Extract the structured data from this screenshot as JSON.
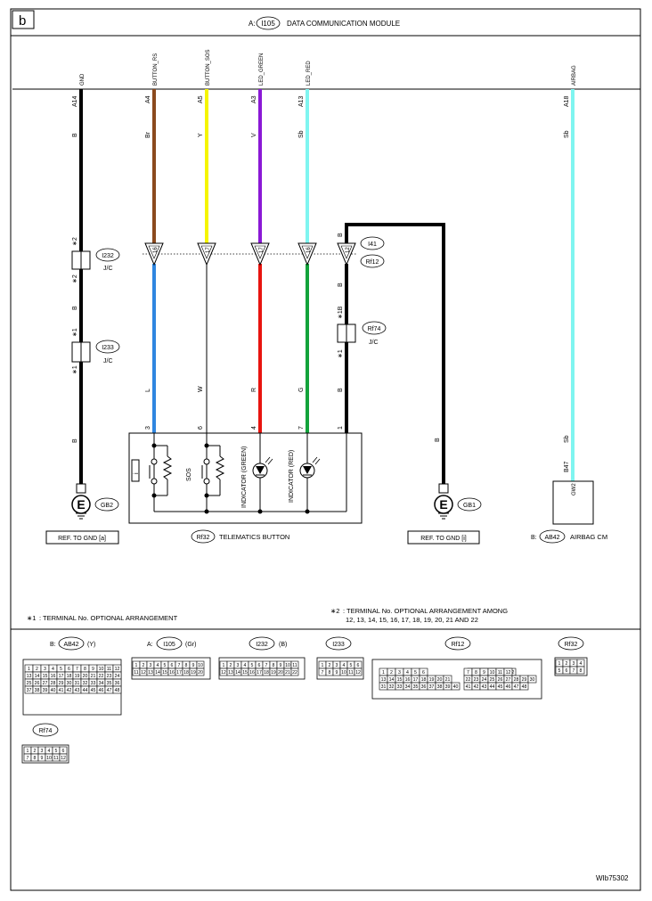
{
  "header": {
    "section_letter": "b",
    "module_prefix": "A:",
    "module_code": "I105",
    "module_name": "DATA COMMUNICATION MODULE"
  },
  "signals": {
    "gnd": {
      "name": "GND",
      "pin": "A14",
      "color": "B"
    },
    "button_rs": {
      "name": "BUTTON_RS",
      "pin": "A4",
      "color": "Br",
      "lower_color": "L",
      "pin_num": "3"
    },
    "button_sos": {
      "name": "BUTTON_SOS",
      "pin": "A5",
      "color": "Y",
      "lower_color": "W",
      "pin_num": "6"
    },
    "led_green": {
      "name": "LED_GREEN",
      "pin": "A3",
      "color": "V",
      "lower_color": "R",
      "pin_num": "4"
    },
    "led_red": {
      "name": "LED_RED",
      "pin": "A13",
      "color": "Sb",
      "lower_color": "G",
      "pin_num": "7"
    },
    "airbag": {
      "name": "AIRBAG",
      "pin": "A18",
      "color": "Sb",
      "lower_color": "Sb",
      "lower_pin": "B47"
    }
  },
  "wire_colors": {
    "black": "#000000",
    "brown": "#8b4a1e",
    "yellow": "#f5f500",
    "violet": "#8a19d6",
    "skyblue": "#7ff5f0",
    "blue": "#2f86e0",
    "red": "#e8140f",
    "green": "#13a33b"
  },
  "connectors": {
    "i41_pins": [
      "16",
      "17",
      "17",
      "16",
      "12"
    ],
    "i41": "I41",
    "rf12": "Rf12",
    "i232": "I232",
    "i233": "I233",
    "jc": "J/C",
    "rf74": "Rf74",
    "rf74_jc": "J/C",
    "rf74_upper": "∗1B",
    "rf74_lower": "∗1",
    "rf74_color_top": "B",
    "rf74_color_bottom": "B",
    "left_markers": {
      "m1": "∗2",
      "m2": "∗2",
      "c1": "B",
      "m3": "∗1",
      "m4": "∗1",
      "c2": "B"
    },
    "gnd_right_color": "B",
    "i41_wire_color": "B",
    "pin1": "1"
  },
  "grounds": {
    "left": {
      "symbol": "E",
      "code": "GB2",
      "ref": "REF. TO GND [a]"
    },
    "right": {
      "symbol": "E",
      "code": "GB1",
      "ref": "REF. TO GND [i]"
    }
  },
  "telematics": {
    "code": "Rf32",
    "name": "TELEMATICS BUTTON",
    "switch_label_1": "i",
    "switch_label_2": "SOS",
    "indicator_green": "INDICATOR (GREEN)",
    "indicator_red": "INDICATOR (RED)"
  },
  "airbag_cm": {
    "prefix": "B:",
    "code": "AB42",
    "name": "AIRBAG CM",
    "box_label": "GW2"
  },
  "notes": {
    "note1_mark": "∗1",
    "note1": ": TERMINAL No. OPTIONAL ARRANGEMENT",
    "note2_mark": "∗2",
    "note2_line1": ": TERMINAL No. OPTIONAL ARRANGEMENT AMONG",
    "note2_line2": "12, 13, 14, 15, 16, 17, 18, 19, 20, 21 AND 22"
  },
  "connector_views": {
    "ab42": {
      "prefix": "B:",
      "code": "AB42",
      "suffix": "(Y)"
    },
    "i105": {
      "prefix": "A:",
      "code": "I105",
      "suffix": "(Gr)"
    },
    "i232": {
      "code": "I232",
      "suffix": "(B)"
    },
    "i233": {
      "code": "I233"
    },
    "rf12": {
      "code": "Rf12"
    },
    "rf32": {
      "code": "Rf32"
    },
    "rf74": {
      "code": "Rf74"
    }
  },
  "figure_id": "WIb75302"
}
